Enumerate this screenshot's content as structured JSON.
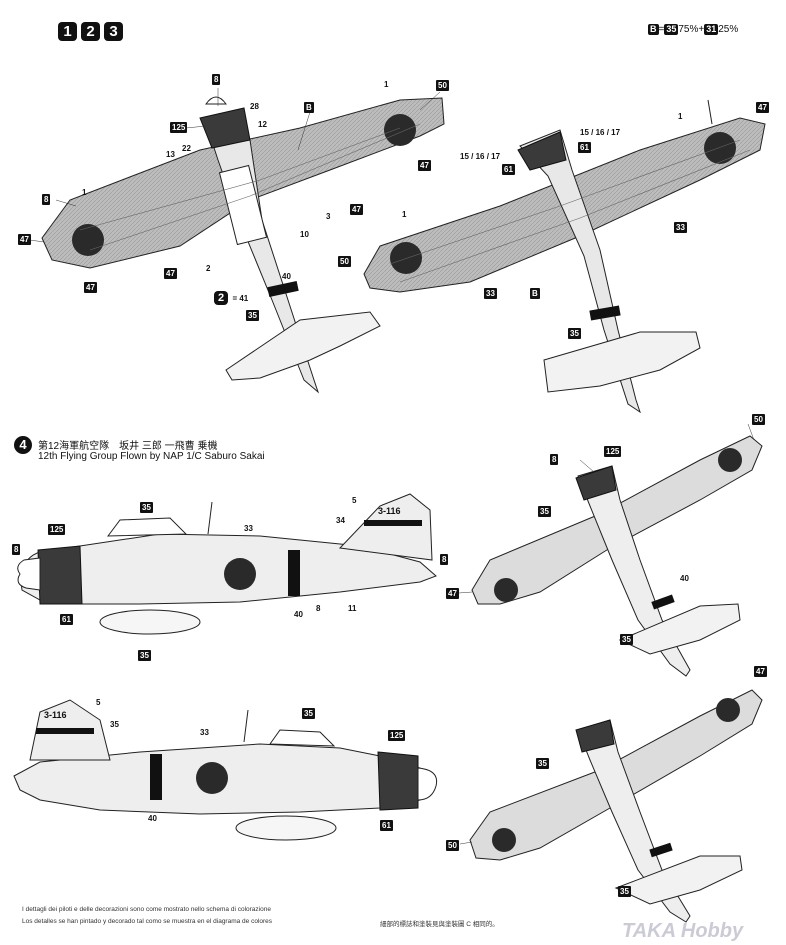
{
  "header": {
    "scheme_numbers": [
      "1",
      "2",
      "3"
    ],
    "formula_box": "B",
    "formula_part_1": "=",
    "formula_box_2": "35",
    "formula_part_2": "75%+",
    "formula_box_3": "31",
    "formula_part_3": "25%"
  },
  "section4": {
    "number": "4",
    "title_jp": "第12海軍航空隊　坂井 三郎 一飛曹 乗機",
    "title_en": "12th Flying Group Flown by NAP 1/C Saburo Sakai",
    "tail_code": "3-116"
  },
  "callouts": {
    "c8": "8",
    "c125": "125",
    "c28": "28",
    "c22": "22",
    "c12": "12",
    "c13": "13",
    "cB": "B",
    "c1": "1",
    "c50": "50",
    "c47": "47",
    "c3": "3",
    "c10": "10",
    "c2": "2",
    "c40": "40",
    "c41": "41",
    "c35": "35",
    "c61": "61",
    "c151617": "15 / 16 / 17",
    "c33": "33",
    "c5": "5",
    "c34": "34",
    "c11": "11",
    "eq41": "= 41"
  },
  "footnotes": {
    "it": "I dettagli dei piloti e delle decorazioni sono come mostrato nello schema di colorazione",
    "es": "Los detalles se han pintado y decorado tal como se muestra en el diagrama de colores",
    "jp": "細部的標誌和塗裝見與塗裝圖 C 相同的。"
  },
  "watermark": "TAKA Hobby",
  "colors": {
    "ink": "#111111",
    "hinomaru": "#2a2a2a",
    "wing_grey": "#c9c9c9",
    "light": "#f2f2f2"
  }
}
